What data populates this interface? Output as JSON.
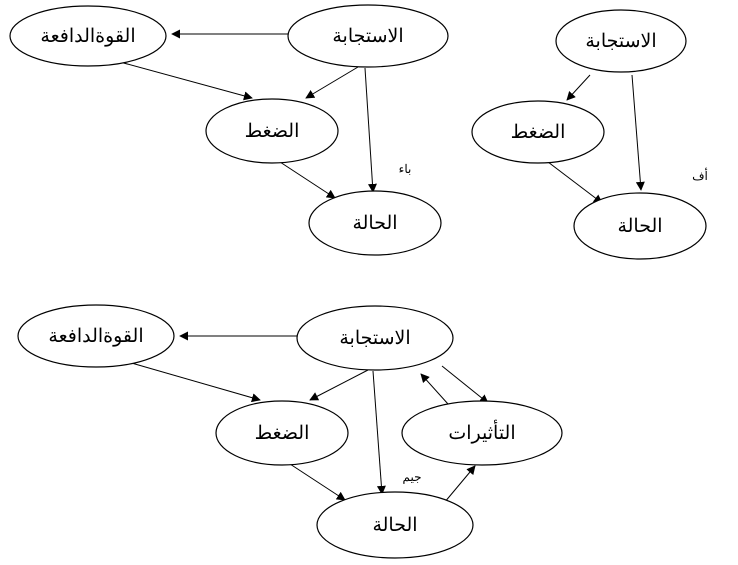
{
  "colors": {
    "stroke": "#000000",
    "fill": "#ffffff",
    "background": "#ffffff"
  },
  "panels": {
    "a": {
      "label": "أف",
      "nodes": {
        "response": "الاستجابة",
        "stress": "الضغط",
        "state": "الحالة"
      }
    },
    "b": {
      "label": "باء",
      "nodes": {
        "response": "الاستجابة",
        "drive": "القوةالدافعة",
        "stress": "الضغط",
        "state": "الحالة"
      }
    },
    "c": {
      "label": "جيم",
      "nodes": {
        "response": "الاستجابة",
        "drive": "القوةالدافعة",
        "stress": "الضغط",
        "effects": "التأثيرات",
        "state": "الحالة"
      }
    }
  }
}
